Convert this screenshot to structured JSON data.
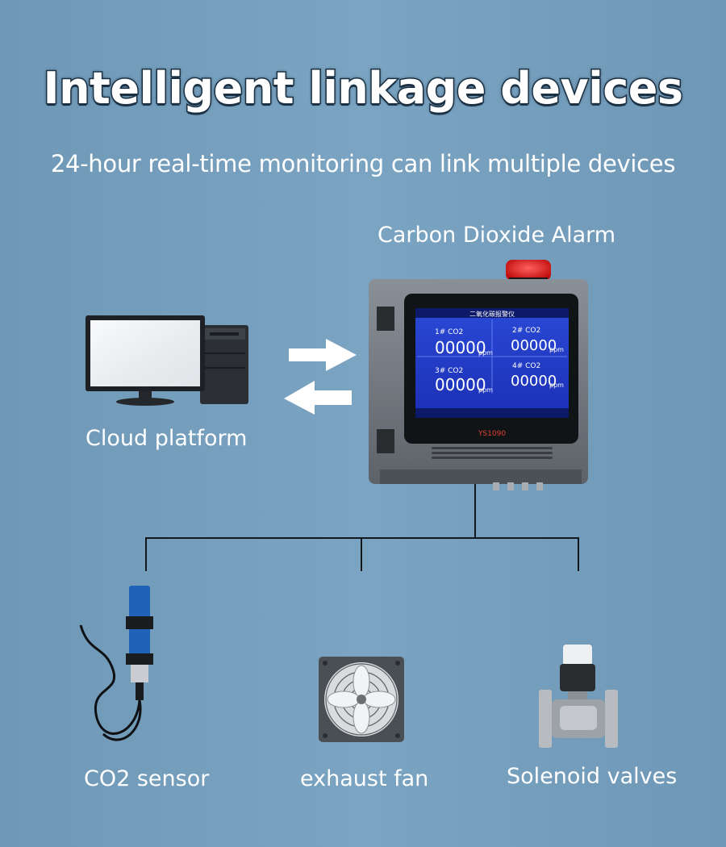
{
  "header": {
    "title": "Intelligent linkage devices",
    "subtitle": "24-hour real-time monitoring can link multiple devices"
  },
  "alarm": {
    "label": "Carbon Dioxide Alarm",
    "model": "YS1090",
    "screen": {
      "top_title": "二氧化碳报警仪",
      "channels": [
        {
          "name": "1# CO2",
          "value": "00000",
          "unit": "ppm"
        },
        {
          "name": "2# CO2",
          "value": "00000",
          "unit": "ppm"
        },
        {
          "name": "3# CO2",
          "value": "00000",
          "unit": "ppm"
        },
        {
          "name": "4# CO2",
          "value": "00000",
          "unit": "ppm"
        }
      ]
    }
  },
  "cloud": {
    "label": "Cloud platform"
  },
  "devices": {
    "sensor": {
      "label": "CO2 sensor"
    },
    "fan": {
      "label": "exhaust fan"
    },
    "valve": {
      "label": "Solenoid valves"
    }
  },
  "colors": {
    "background": "#74a0be",
    "title_outline": "#1b3042",
    "screen_blue": "#1f3fd0",
    "beacon_red": "#e01818"
  }
}
